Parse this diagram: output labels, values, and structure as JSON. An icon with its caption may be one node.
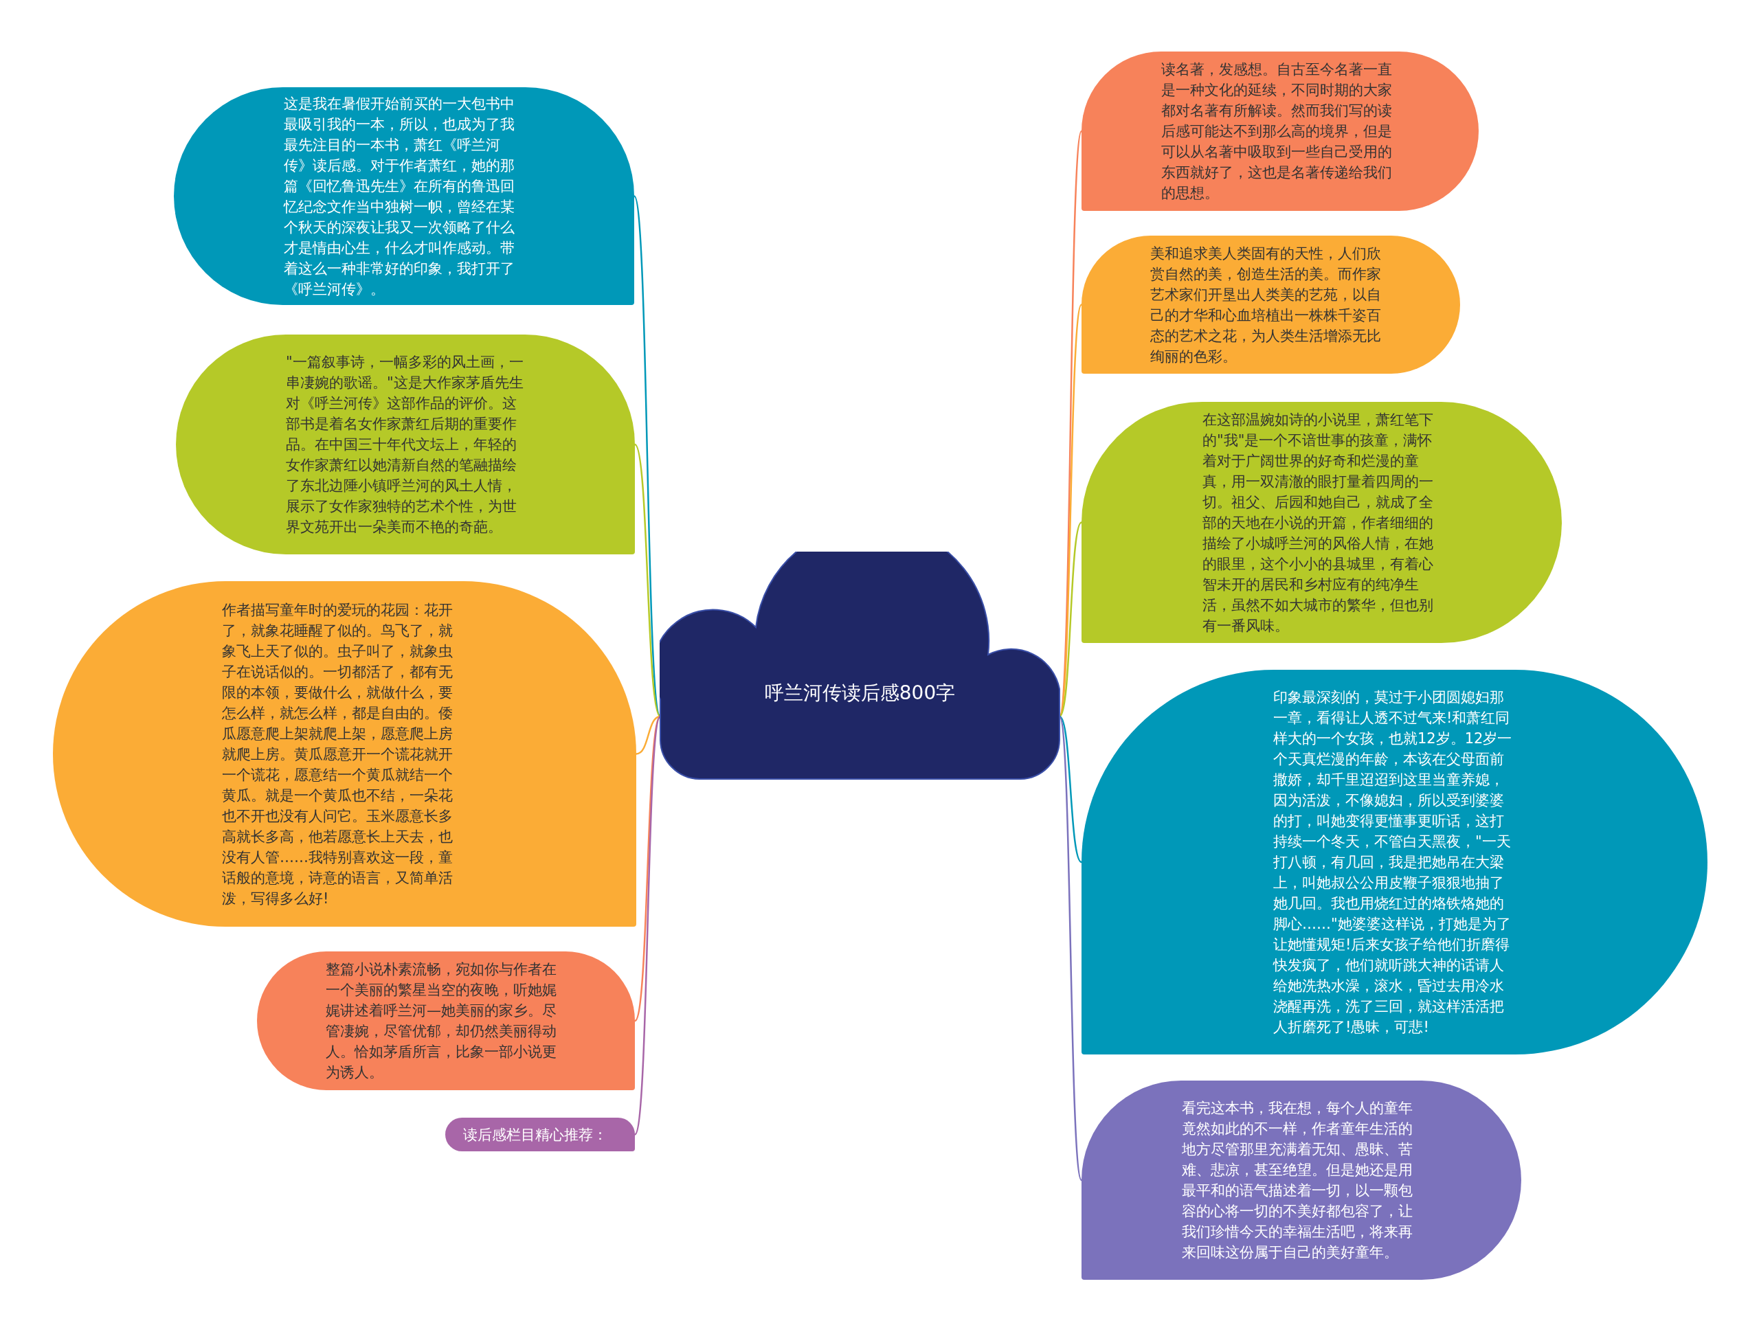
{
  "diagram": {
    "nodes": [
      {
        "text": [
          "呼兰河传读后感800字"
        ]
      },
      {
        "text": [
          "这是我在暑假开始前买的一大包书中最吸引我的一本，所以，也成为了我最先注目的一本书，萧红《呼兰河传》读后感。对于作者萧红，她的那篇《回忆鲁迅先生》在所有的鲁迅回忆纪念文作当中独树一帜，曾经在某个秋天的深夜让我又一次领略了什么才是情由心生，什么才叫作感动。带着这么一种非常好的印象，我打开了《呼兰河传》。"
        ]
      },
      {
        "text": [
          "\"一篇叙事诗，一幅多彩的风土画，一串凄婉的歌谣。\"这是大作家茅盾先生对《呼兰河传》这部作品的评价。这部书是着名女作家萧红后期的重要作品。在中国三十年代文坛上，年轻的女作家萧红以她清新自然的笔融描绘了东北边陲小镇呼兰河的风土人情，展示了女作家独特的艺术个性，为世界文苑开出一朵美而不艳的奇葩。"
        ]
      },
      {
        "text": [
          "作者描写童年时的爱玩的花园：花开了，就象花睡醒了似的。鸟飞了，就象飞上天了似的。虫子叫了，就象虫子在说话似的。一切都活了，都有无限的本领，要做什么，就做什么，要怎么样，就怎么样，都是自由的。倭瓜愿意爬上架就爬上架，愿意爬上房就爬上房。黄瓜愿意开一个谎花就开一个谎花，愿意结一个黄瓜就结一个黄瓜。就是一个黄瓜也不结，一朵花也不开也没有人问它。玉米愿意长多高就长多高，他若愿意长上天去，也没有人管……我特别喜欢这一段，童话般的意境，诗意的语言，又简单活泼，写得多么好!"
        ]
      },
      {
        "text": [
          "整篇小说朴素流畅，宛如你与作者在一个美丽的繁星当空的夜晚，听她娓娓讲述着呼兰河—她美丽的家乡。尽管凄婉，尽管优郁，却仍然美丽得动人。恰如茅盾所言，比象一部小说更为诱人。"
        ]
      },
      {
        "text": [
          "读后感栏目精心推荐："
        ]
      },
      {
        "text": [
          "读名著，发感想。自古至今名著一直是一种文化的延续，不同时期的大家都对名著有所解读。然而我们写的读后感可能达不到那么高的境界，但是可以从名著中吸取到一些自己受用的东西就好了，这也是名著传递给我们的思想。"
        ]
      },
      {
        "text": [
          "美和追求美人类固有的天性，人们欣赏自然的美，创造生活的美。而作家艺术家们开垦出人类美的艺苑，以自己的才华和心血培植出一株株千姿百态的艺术之花，为人类生活增添无比绚丽的色彩。"
        ]
      },
      {
        "text": [
          "在这部温婉如诗的小说里，萧红笔下的\"我\"是一个不谙世事的孩童，满怀着对于广阔世界的好奇和烂漫的童真，用一双清澈的眼打量着四周的一切。祖父、后园和她自己，就成了全部的天地在小说的开篇，作者细细的描绘了小城呼兰河的风俗人情，在她的眼里，这个小小的县城里，有着心智未开的居民和乡村应有的纯净生活，虽然不如大城市的繁华，但也别有一番风味。"
        ]
      },
      {
        "text": [
          "印象最深刻的，莫过于小团圆媳妇那一章，看得让人透不过气来!和萧红同样大的一个女孩，也就12岁。12岁一个天真烂漫的年龄，本该在父母面前撒娇，却千里迢迢到这里当童养媳，因为活泼，不像媳妇，所以受到婆婆的打，叫她变得更懂事更听话，这打持续一个冬天，不管白天黑夜，\"一天打八顿，有几回，我是把她吊在大梁上，叫她叔公公用皮鞭子狠狠地抽了她几回。我也用烧红过的烙铁烙她的脚心……\"她婆婆这样说，打她是为了让她懂规矩!后来女孩子给他们折磨得快发疯了，他们就听跳大神的话请人给她洗热水澡，滚水，昏过去用冷水浇醒再洗，洗了三回，就这样活活把人折磨死了!愚昧，可悲!"
        ]
      },
      {
        "text": [
          "看完这本书，我在想，每个人的童年竟然如此的不一样，作者童年生活的地方尽管那里充满着无知、愚昧、苦难、悲凉，甚至绝望。但是她还是用最平和的语气描述着一切，以一颗包容的心将一切的不美好都包容了，让我们珍惜今天的幸福生活吧，将来再来回味这份属于自己的美好童年。"
        ]
      }
    ],
    "edges": [
      {
        "from": 0,
        "to": 1,
        "arrow": "none",
        "color": "#0098b8"
      },
      {
        "from": 0,
        "to": 2,
        "arrow": "none",
        "color": "#b5c928"
      },
      {
        "from": 0,
        "to": 3,
        "arrow": "none",
        "color": "#fbac36"
      },
      {
        "from": 0,
        "to": 4,
        "arrow": "none",
        "color": "#f7825a"
      },
      {
        "from": 0,
        "to": 5,
        "arrow": "none",
        "color": "#a866a8"
      },
      {
        "from": 0,
        "to": 6,
        "arrow": "none",
        "color": "#f7825a"
      },
      {
        "from": 0,
        "to": 7,
        "arrow": "none",
        "color": "#fbac36"
      },
      {
        "from": 0,
        "to": 8,
        "arrow": "none",
        "color": "#b5c928"
      },
      {
        "from": 0,
        "to": 9,
        "arrow": "none",
        "color": "#0098b8"
      },
      {
        "from": 0,
        "to": 10,
        "arrow": "none",
        "color": "#7b72bc"
      }
    ]
  }
}
